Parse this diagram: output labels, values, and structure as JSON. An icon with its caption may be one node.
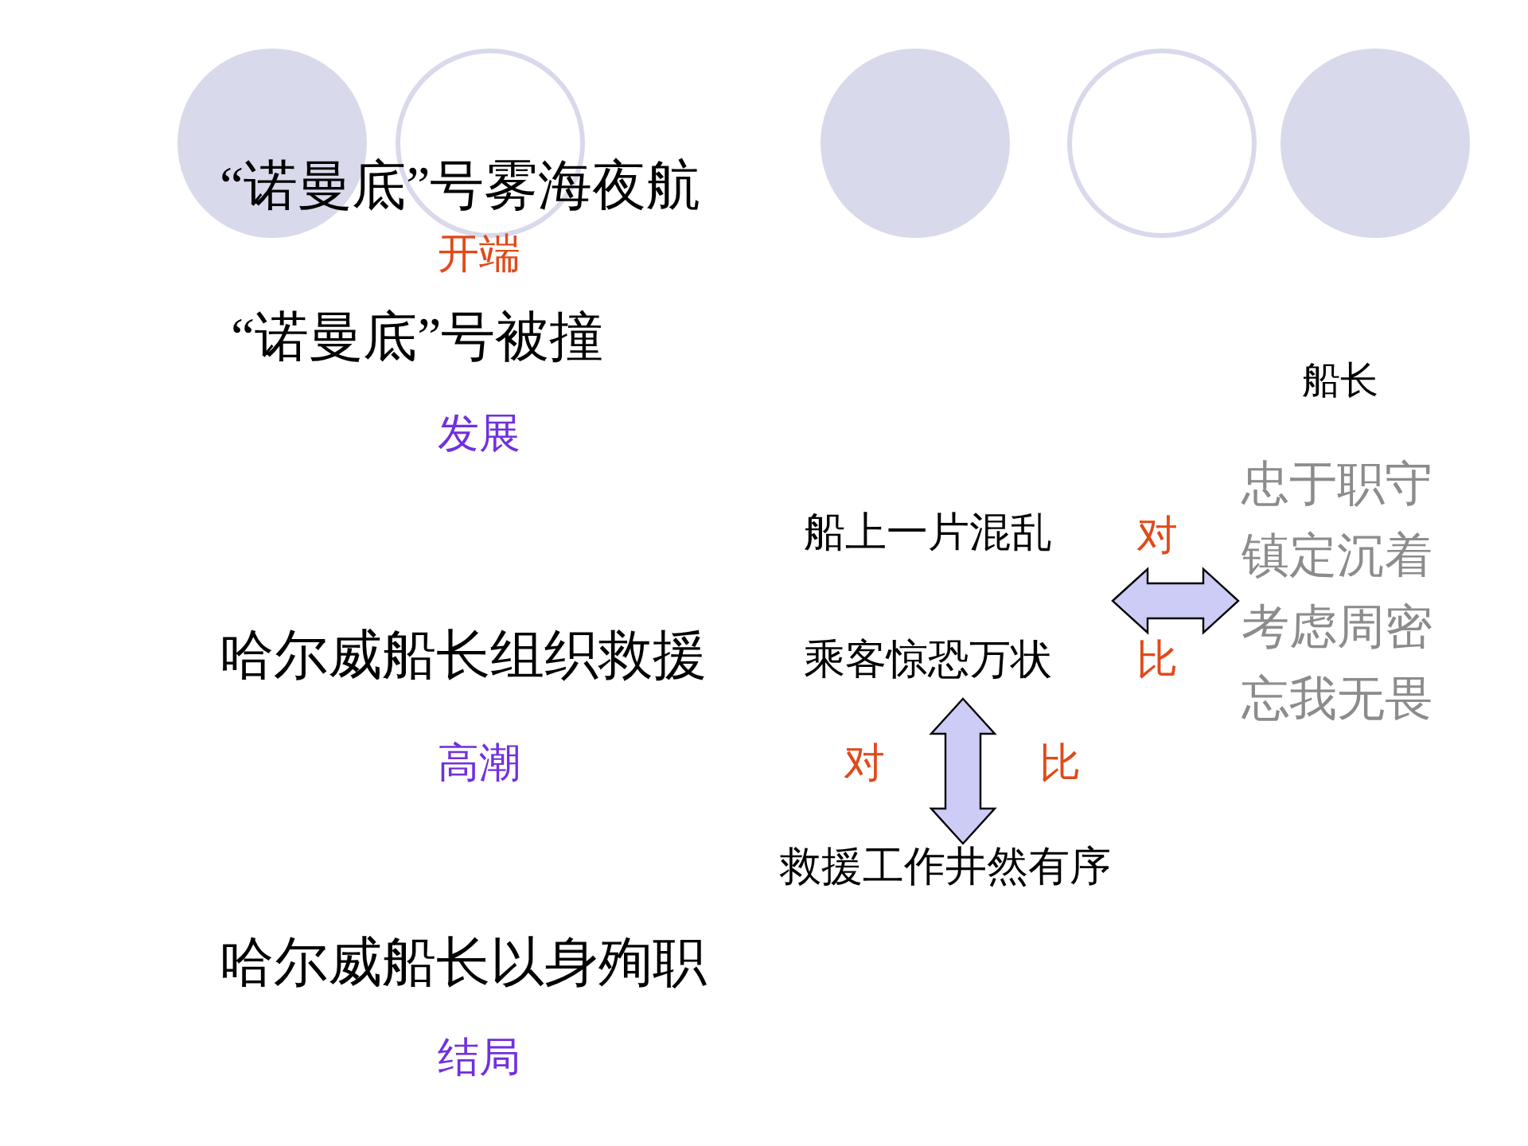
{
  "diagram": {
    "nodes": [
      {
        "text": [
          "船上一片混乱",
          "乘客惊恐万状"
        ]
      },
      {
        "text": [
          "船长",
          "忠于职守",
          "镇定沉着",
          "考虑周密",
          "忘我无畏"
        ]
      },
      {
        "text": [
          "救援工作井然有序"
        ]
      }
    ],
    "edges": [
      {
        "from": 0,
        "to": 1,
        "arrow": "both"
      },
      {
        "from": 0,
        "to": 2,
        "arrow": "both"
      }
    ],
    "labels": [
      "“诺曼底”号雾海夜航",
      "开端",
      "“诺曼底”号被撞",
      "发展",
      "对",
      "哈尔威船长组织救援",
      "比",
      "高潮",
      "对",
      "比",
      "哈尔威船长以身殉职",
      "结局"
    ]
  }
}
